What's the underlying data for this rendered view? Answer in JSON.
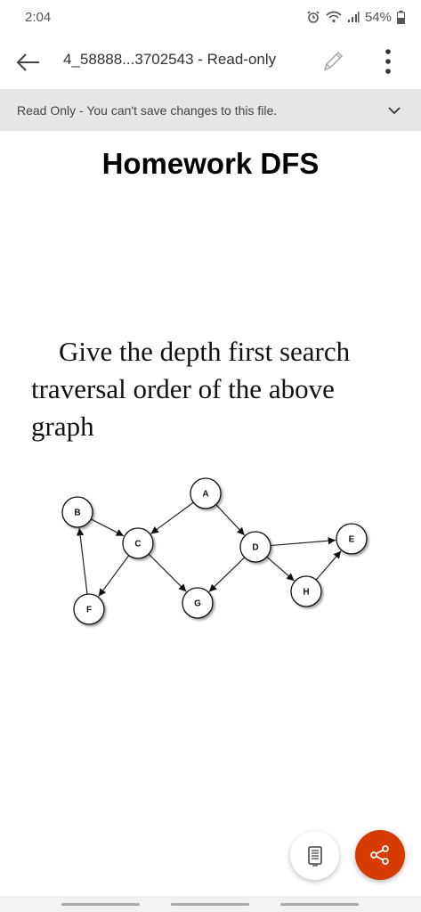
{
  "status_bar": {
    "time": "2:04",
    "battery": "54%",
    "icons": [
      "alarm-icon",
      "wifi-icon",
      "signal-icon",
      "battery-icon"
    ]
  },
  "app_bar": {
    "file_title": "4_58888...3702543 - Read-only",
    "icons": [
      "back-arrow-icon",
      "pencil-icon",
      "more-vertical-icon"
    ]
  },
  "banner": {
    "text": "Read Only - You can't save changes to this file.",
    "icon": "chevron-down-icon"
  },
  "document": {
    "title": "Homework DFS",
    "question": "Give the depth first search traversal order of the above graph",
    "graph": {
      "nodes": [
        "A",
        "B",
        "C",
        "D",
        "E",
        "F",
        "G",
        "H"
      ],
      "edges": [
        [
          "A",
          "C"
        ],
        [
          "A",
          "D"
        ],
        [
          "B",
          "C"
        ],
        [
          "C",
          "F"
        ],
        [
          "C",
          "G"
        ],
        [
          "F",
          "B"
        ],
        [
          "D",
          "G"
        ],
        [
          "D",
          "E"
        ],
        [
          "D",
          "H"
        ],
        [
          "H",
          "E"
        ]
      ]
    }
  },
  "fabs": {
    "reader_icon": "reading-view-icon",
    "share_icon": "share-icon",
    "share_color": "#d83b01"
  }
}
